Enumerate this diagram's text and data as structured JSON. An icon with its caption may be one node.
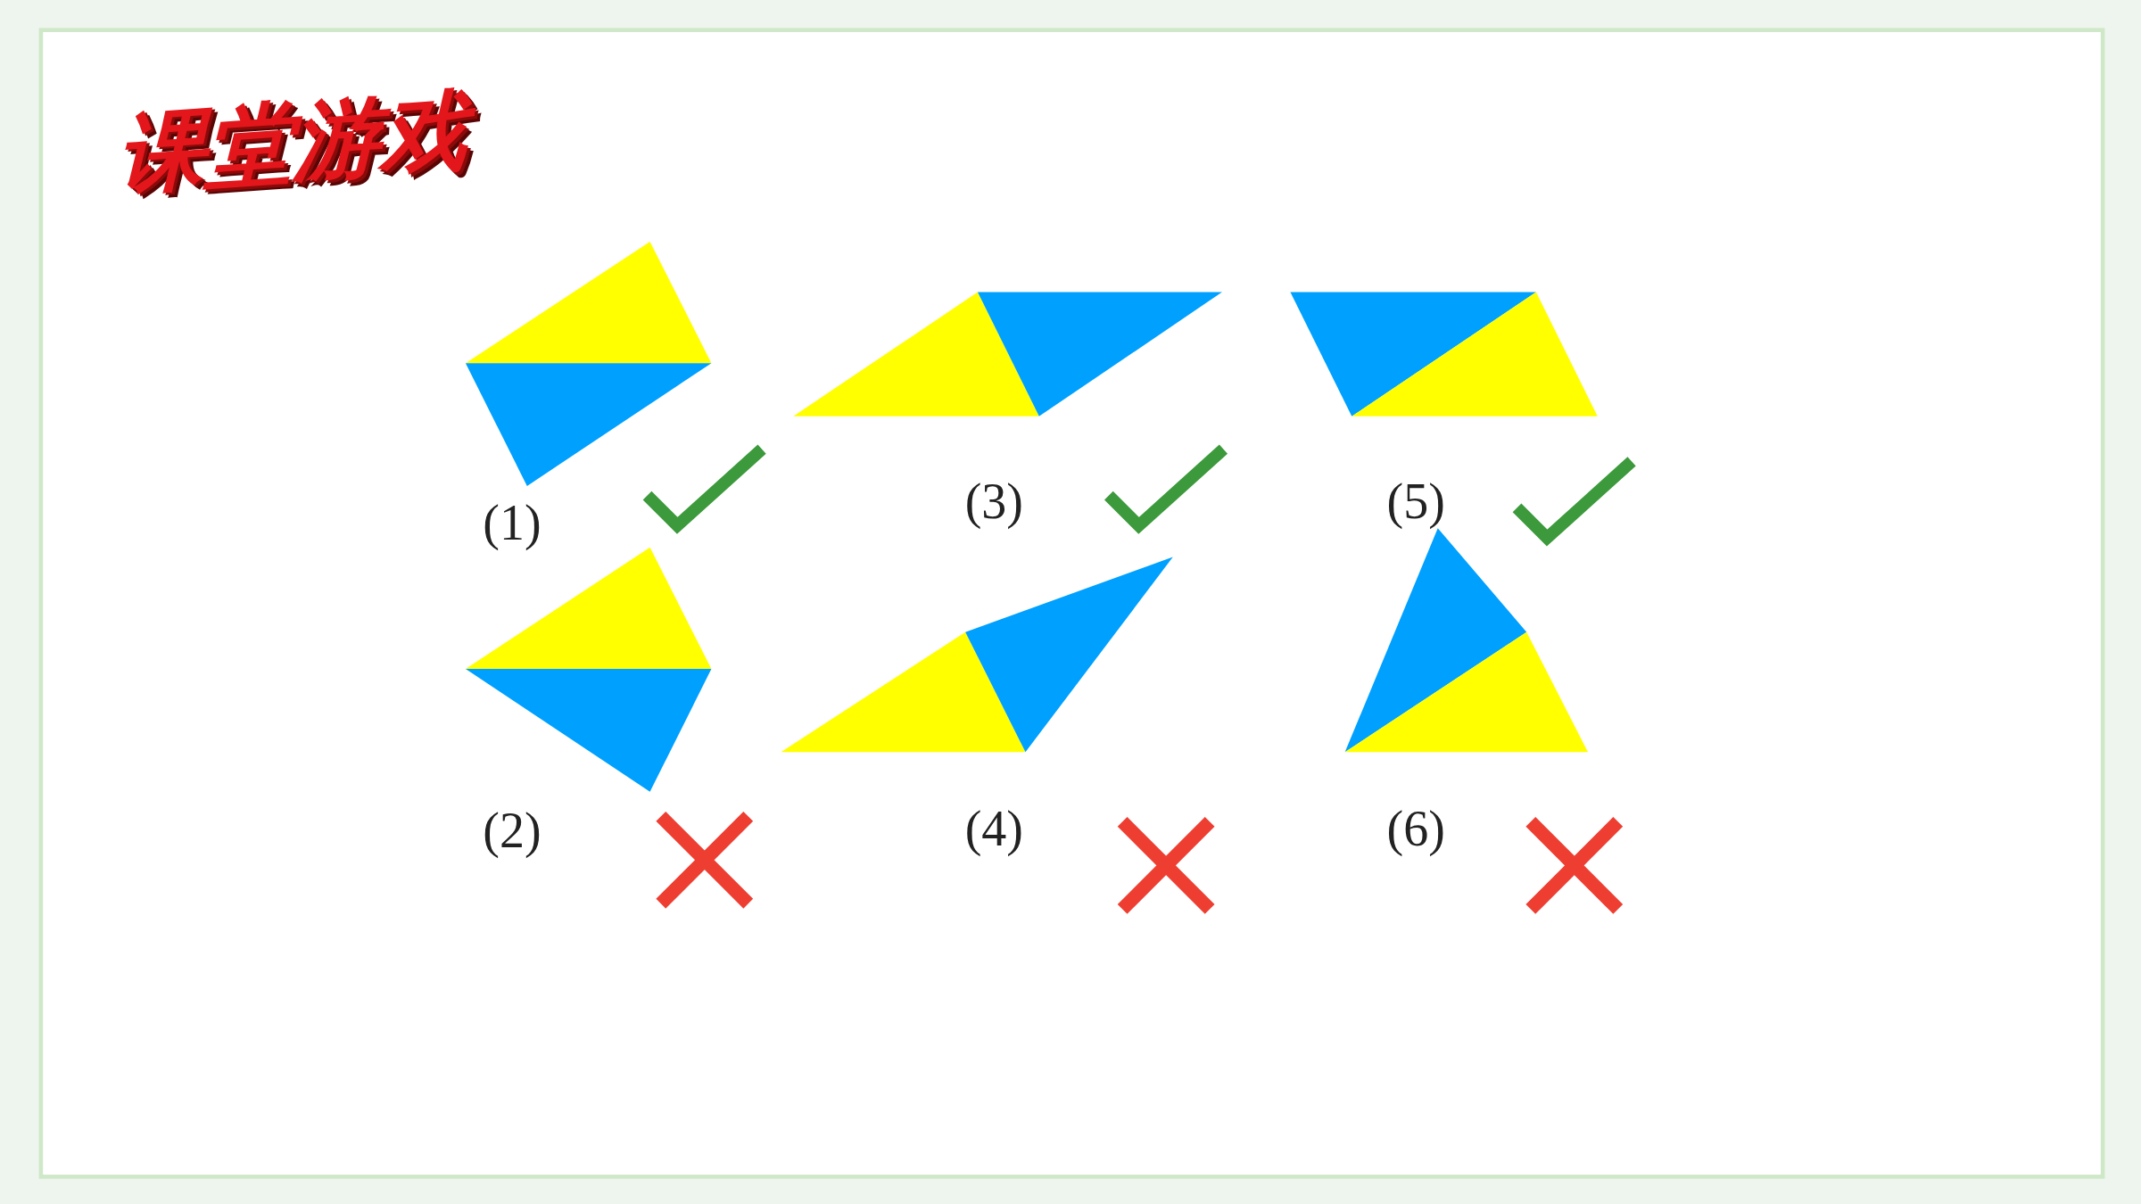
{
  "diagram": {
    "title": "课堂游戏",
    "labels": [
      "(1)",
      "(3)",
      "(5)",
      "(2)",
      "(4)",
      "(6)"
    ]
  }
}
